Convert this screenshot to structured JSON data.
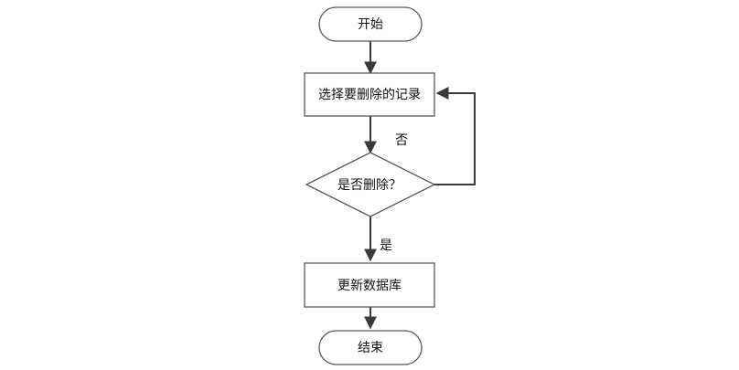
{
  "flowchart": {
    "nodes": {
      "start": {
        "label": "开始",
        "shape": "terminator"
      },
      "select": {
        "label": "选择要删除的记录",
        "shape": "process"
      },
      "decision": {
        "label": "是否删除？",
        "shape": "decision"
      },
      "update": {
        "label": "更新数据库",
        "shape": "process"
      },
      "end": {
        "label": "结束",
        "shape": "terminator"
      }
    },
    "edges": [
      {
        "from": "start",
        "to": "select",
        "label": ""
      },
      {
        "from": "select",
        "to": "decision",
        "label": "否"
      },
      {
        "from": "decision",
        "to": "update",
        "label": "是"
      },
      {
        "from": "update",
        "to": "end",
        "label": ""
      },
      {
        "from": "decision",
        "to": "select",
        "label": ""
      }
    ]
  },
  "colors": {
    "stroke": "#595959",
    "edge": "#3a3a3a",
    "text": "#111111",
    "background": "#ffffff"
  }
}
